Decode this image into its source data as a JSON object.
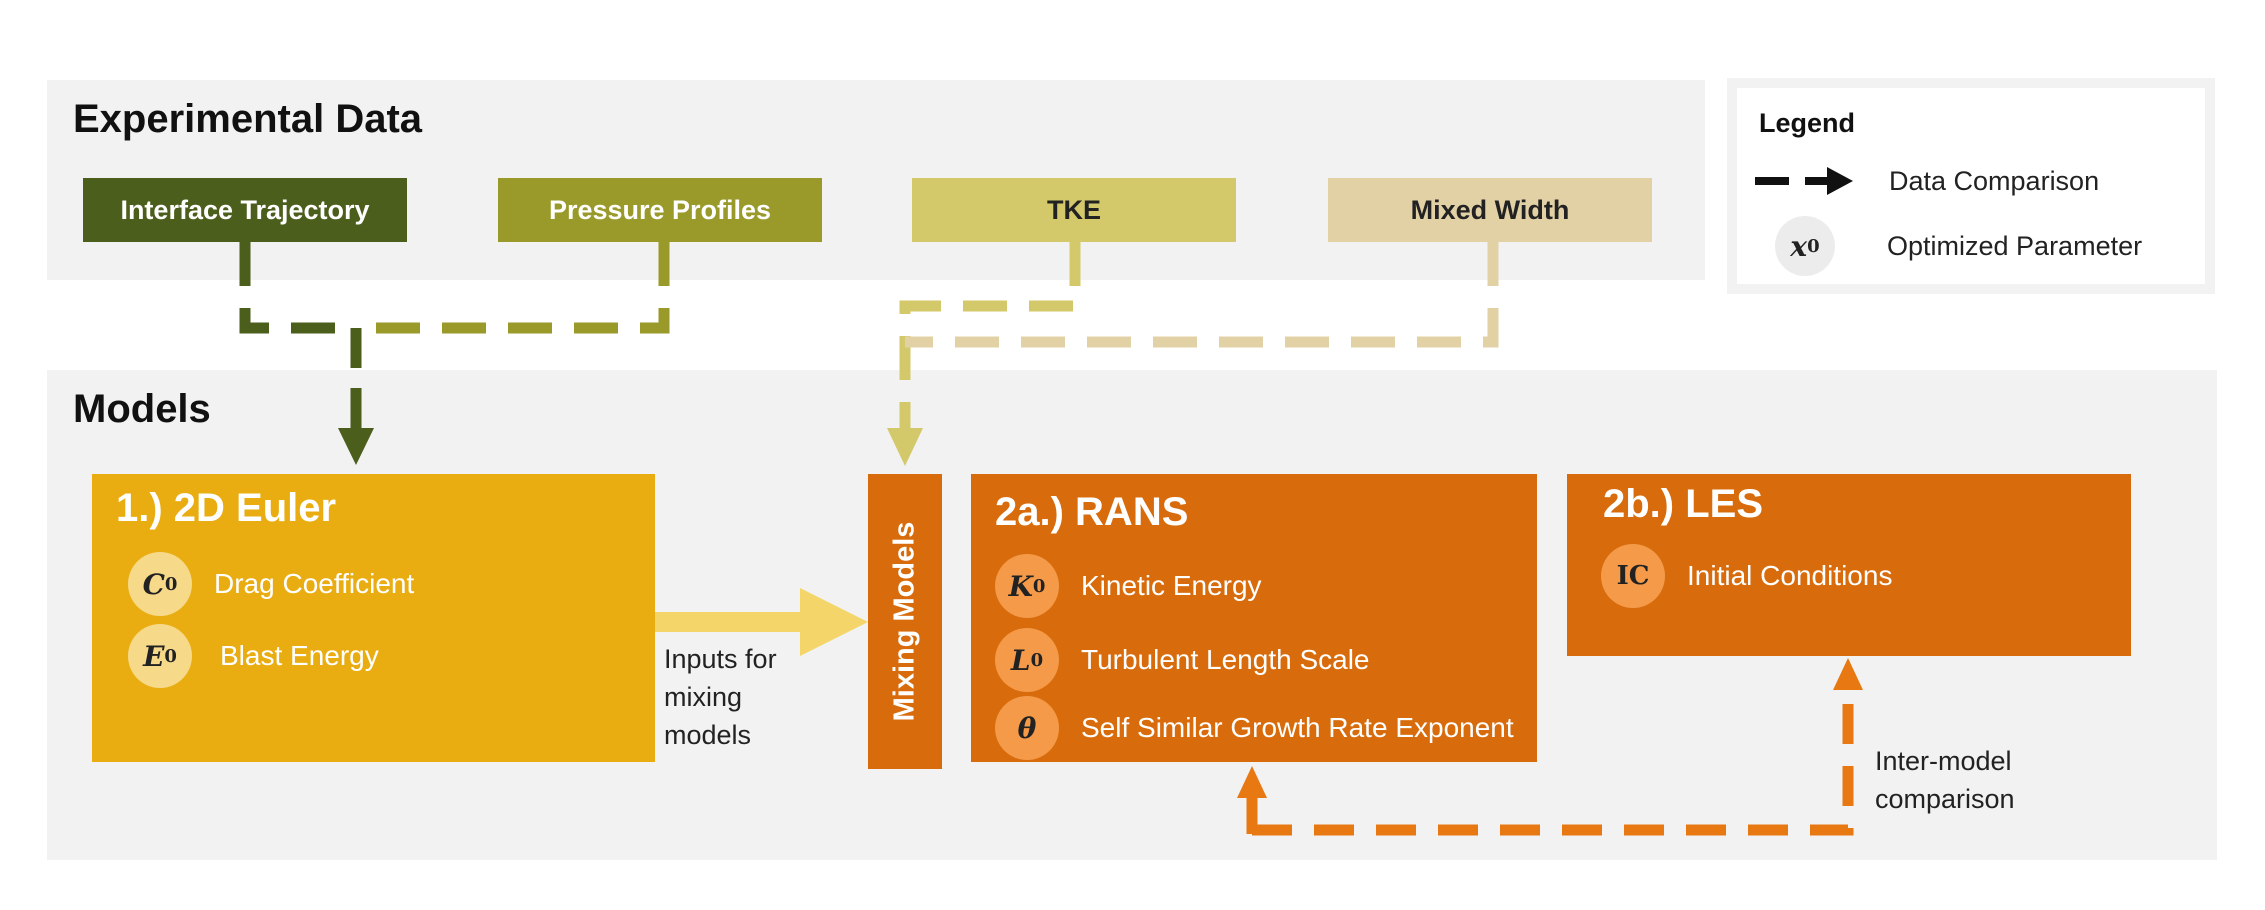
{
  "experimental": {
    "title": "Experimental Data",
    "boxes": [
      "Interface Trajectory",
      "Pressure Profiles",
      "TKE",
      "Mixed Width"
    ]
  },
  "legend": {
    "title": "Legend",
    "data_comparison": "Data Comparison",
    "optimized_symbol": "x",
    "optimized_sub": "0",
    "optimized_parameter": "Optimized Parameter"
  },
  "models": {
    "title": "Models",
    "euler": {
      "title": "1.) 2D Euler",
      "params": [
        {
          "symbol": "C",
          "sub": "0",
          "label": "Drag Coefficient"
        },
        {
          "symbol": "E",
          "sub": "0",
          "label": "Blast Energy"
        }
      ]
    },
    "mixing": {
      "label": "Mixing Models"
    },
    "inputs_note": "Inputs for\nmixing\nmodels",
    "rans": {
      "title": "2a.) RANS",
      "params": [
        {
          "symbol": "K",
          "sub": "0",
          "label": "Kinetic Energy"
        },
        {
          "symbol": "L",
          "sub": "0",
          "label": "Turbulent Length Scale"
        },
        {
          "symbol": "θ",
          "sub": "",
          "label": "Self Similar Growth Rate Exponent"
        }
      ]
    },
    "les": {
      "title": "2b.) LES",
      "params": [
        {
          "symbol": "IC",
          "sub": "",
          "label": "Initial Conditions"
        }
      ]
    },
    "intermodel_note": "Inter-model\ncomparison"
  },
  "colors": {
    "panel_bg": "#f2f2f2",
    "interface_trajectory": "#4b5e1c",
    "pressure_profiles": "#9a9a2a",
    "tke": "#d4c96a",
    "mixed_width": "#e3d1a6",
    "euler": "#e9ad12",
    "euler_circle": "#f7d98a",
    "inputs_arrow": "#f4d56a",
    "rans_les": "#d86c0c",
    "rans_circle": "#f49a49"
  }
}
